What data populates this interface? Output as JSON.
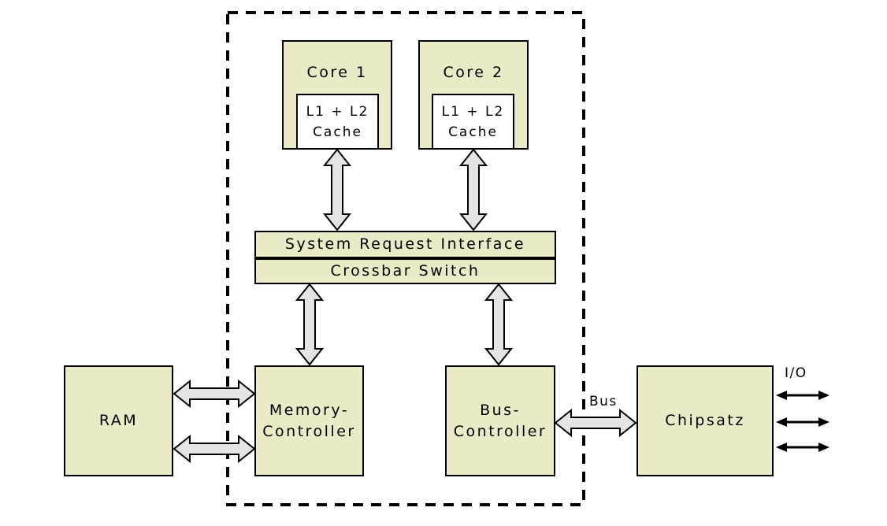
{
  "colors": {
    "background": "#ffffff",
    "box_fill": "#eaebc6",
    "arrow_fill": "#e4e4e4",
    "line": "#000000"
  },
  "nodes": {
    "core1": {
      "label": "Core 1"
    },
    "core2": {
      "label": "Core 2"
    },
    "cache1": {
      "line1": "L1 + L2",
      "line2": "Cache"
    },
    "cache2": {
      "line1": "L1 + L2",
      "line2": "Cache"
    },
    "sri": {
      "label": "System Request Interface"
    },
    "crossbar": {
      "label": "Crossbar Switch"
    },
    "ram": {
      "label": "RAM"
    },
    "memory_controller": {
      "line1": "Memory-",
      "line2": "Controller"
    },
    "bus_controller": {
      "line1": "Bus-",
      "line2": "Controller"
    },
    "chipsatz": {
      "label": "Chipsatz"
    }
  },
  "labels": {
    "bus": "Bus",
    "io": "I/O"
  }
}
